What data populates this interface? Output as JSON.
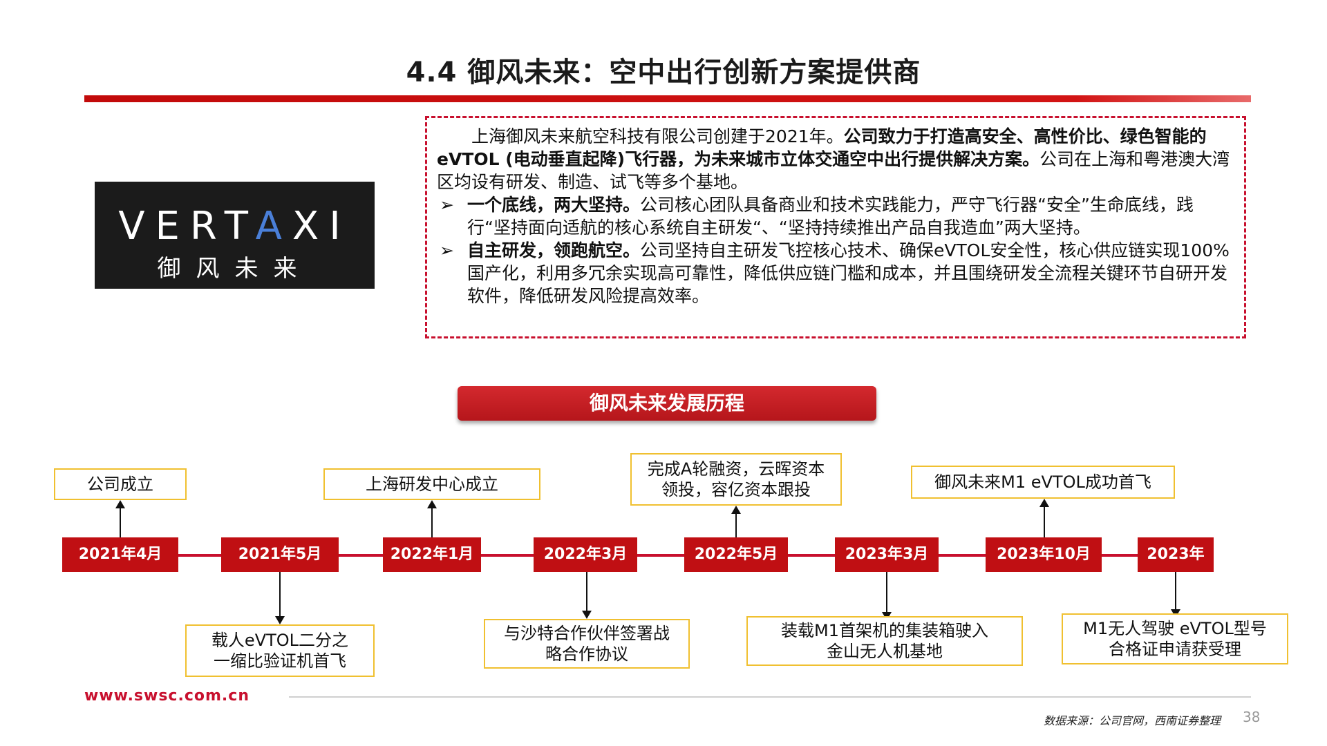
{
  "header": {
    "title": "4.4 御风未来：空中出行创新方案提供商"
  },
  "logo": {
    "text_en_a": "VERT",
    "text_en_accent": "A",
    "text_en_b": "XI",
    "text_cn": "御风未来"
  },
  "description": {
    "intro_1": "上海御风未来航空科技有限公司创建于2021年。",
    "intro_bold": "公司致力于打造高安全、高性价比、绿色智能的eVTOL (电动垂直起降)飞行器，为未来城市立体交通空中出行提供解决方案。",
    "intro_2": "公司在上海和粤港澳大湾区均设有研发、制造、试飞等多个基地。",
    "bullets": [
      {
        "arrow": "➢",
        "bold": "一个底线，两大坚持。",
        "text": "公司核心团队具备商业和技术实践能力，严守飞行器“安全”生命底线，践行“坚持面向适航的核心系统自主研发“、“坚持持续推出产品自我造血”两大坚持。"
      },
      {
        "arrow": "➢",
        "bold": "自主研发，领跑航空。",
        "text": "公司坚持自主研发飞控核心技术、确保eVTOL安全性，核心供应链实现100%国产化，利用多冗余实现高可靠性，降低供应链门槛和成本，并且围绕研发全流程关键环节自研开发软件，降低研发风险提高效率。"
      }
    ]
  },
  "timeline": {
    "title": "御风未来发展历程",
    "dates": [
      "2021年4月",
      "2021年5月",
      "2022年1月",
      "2022年3月",
      "2022年5月",
      "2023年3月",
      "2023年10月",
      "2023年"
    ],
    "events": [
      "公司成立",
      "载人eVTOL二分之一缩比验证机首飞",
      "上海研发中心成立",
      "与沙特合作伙伴签署战略合作协议",
      "完成A轮融资，云晖资本领投，容亿资本跟投",
      "装载M1首架机的集装箱驶入金山无人机基地",
      "御风未来M1 eVTOL成功首飞",
      "M1无人驾驶 eVTOL型号合格证申请获受理"
    ]
  },
  "footer": {
    "site": "www.swsc.com.cn",
    "source": "数据来源：公司官网，西南证券整理",
    "page": "38"
  }
}
